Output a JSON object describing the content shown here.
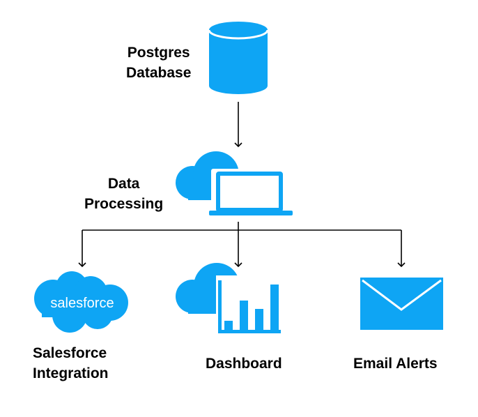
{
  "colors": {
    "accent": "#0EA5F4",
    "line": "#000000",
    "text": "#000000",
    "inner": "#ffffff"
  },
  "nodes": {
    "postgres": {
      "icon": "database-cylinder-icon",
      "label_lines": [
        "Postgres",
        "Database"
      ]
    },
    "processing": {
      "icon": "cloud-laptop-icon",
      "label_lines": [
        "Data",
        "Processing"
      ]
    },
    "salesforce": {
      "icon": "salesforce-cloud-icon",
      "logo_text": "salesforce",
      "label_lines": [
        "Salesforce",
        "Integration"
      ]
    },
    "dashboard": {
      "icon": "cloud-bar-chart-icon",
      "label_lines": [
        "Dashboard"
      ],
      "bar_levels": [
        0.17,
        0.55,
        0.4,
        0.85
      ]
    },
    "email": {
      "icon": "envelope-icon",
      "label_lines": [
        "Email Alerts"
      ]
    }
  }
}
